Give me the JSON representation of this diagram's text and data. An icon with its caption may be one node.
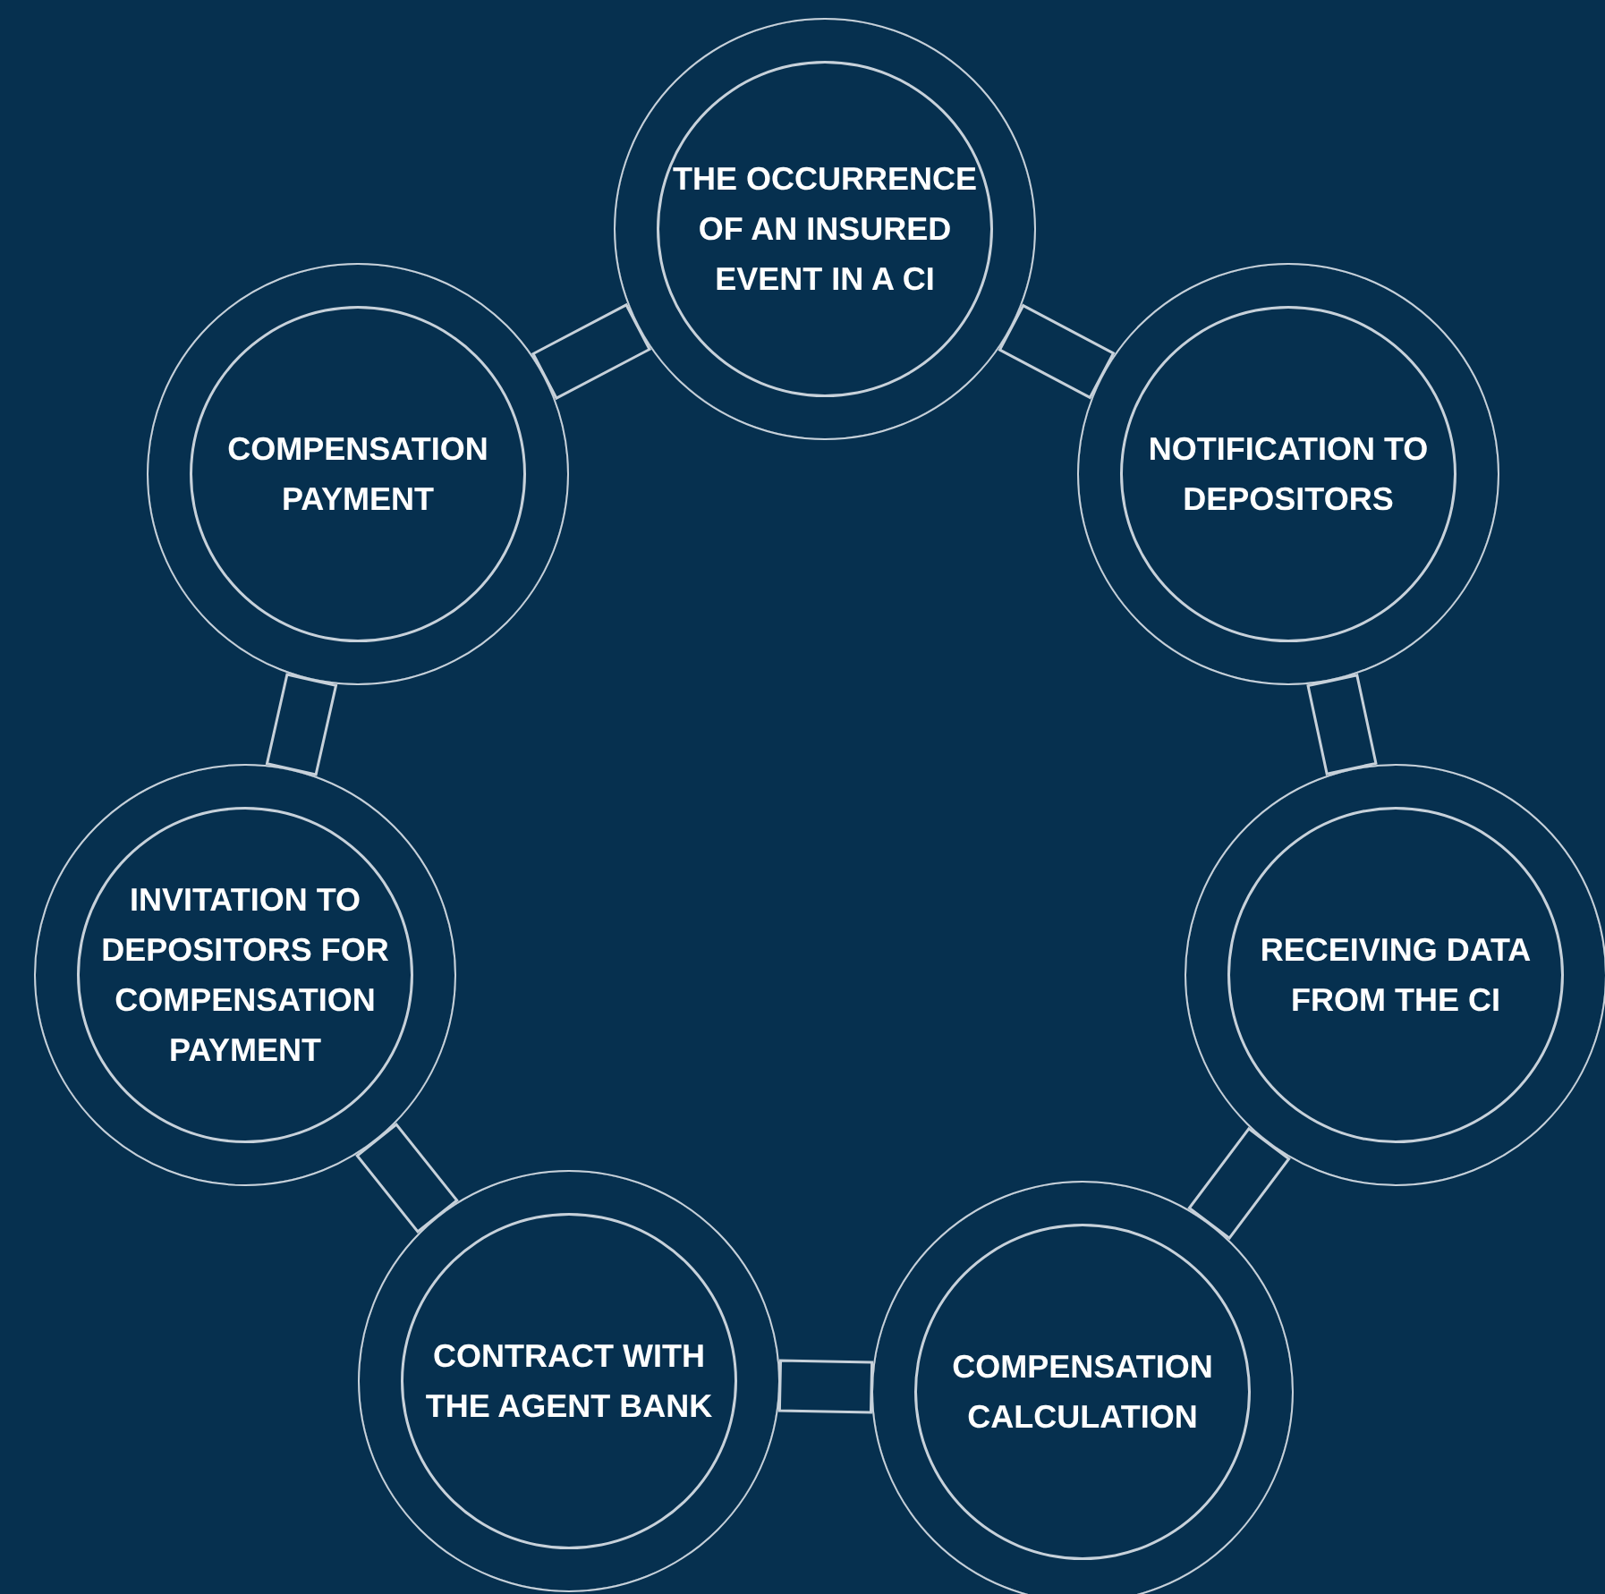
{
  "diagram": {
    "nodes": [
      {
        "text": [
          "THE OCCURRENCE OF AN INSURED EVENT IN A CI"
        ]
      },
      {
        "text": [
          "NOTIFICATION TO DEPOSITORS"
        ]
      },
      {
        "text": [
          "RECEIVING DATA FROM THE CI"
        ]
      },
      {
        "text": [
          "COMPENSATION CALCULATION"
        ]
      },
      {
        "text": [
          "CONTRACT WITH THE AGENT BANK"
        ]
      },
      {
        "text": [
          "INVITATION TO DEPOSITORS FOR COMPENSATION PAYMENT"
        ]
      },
      {
        "text": [
          "COMPENSATION PAYMENT"
        ]
      }
    ],
    "edges": [
      {
        "from": 0,
        "to": 1,
        "arrow": "none"
      },
      {
        "from": 1,
        "to": 2,
        "arrow": "none"
      },
      {
        "from": 2,
        "to": 3,
        "arrow": "none"
      },
      {
        "from": 3,
        "to": 4,
        "arrow": "none"
      },
      {
        "from": 4,
        "to": 5,
        "arrow": "none"
      },
      {
        "from": 5,
        "to": 6,
        "arrow": "none"
      },
      {
        "from": 6,
        "to": 0,
        "arrow": "none"
      }
    ]
  }
}
